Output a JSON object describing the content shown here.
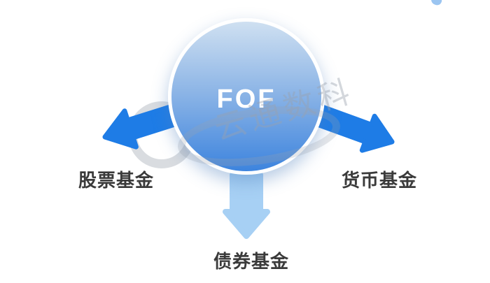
{
  "diagram": {
    "center_label": "FOF",
    "nodes": [
      {
        "id": "stock-fund",
        "label": "股票基金",
        "position": "left",
        "arrow": "arrow-left-icon"
      },
      {
        "id": "currency-fund",
        "label": "货币基金",
        "position": "right",
        "arrow": "arrow-right-icon"
      },
      {
        "id": "bond-fund",
        "label": "债券基金",
        "position": "bottom",
        "arrow": "arrow-down-icon"
      }
    ],
    "watermark": {
      "text": "云通数科",
      "logo": "swirl-rings-logo"
    },
    "colors": {
      "circle_top": "#cfe0f1",
      "circle_mid": "#8bb4e6",
      "circle_bottom": "#3d84de",
      "arrow_strong": "#1e7ce6",
      "arrow_light": "#a7d0f4",
      "label_text": "#3a3a3a",
      "watermark_gray": "#9aa2ae",
      "fof_text": "#ffffff"
    }
  }
}
